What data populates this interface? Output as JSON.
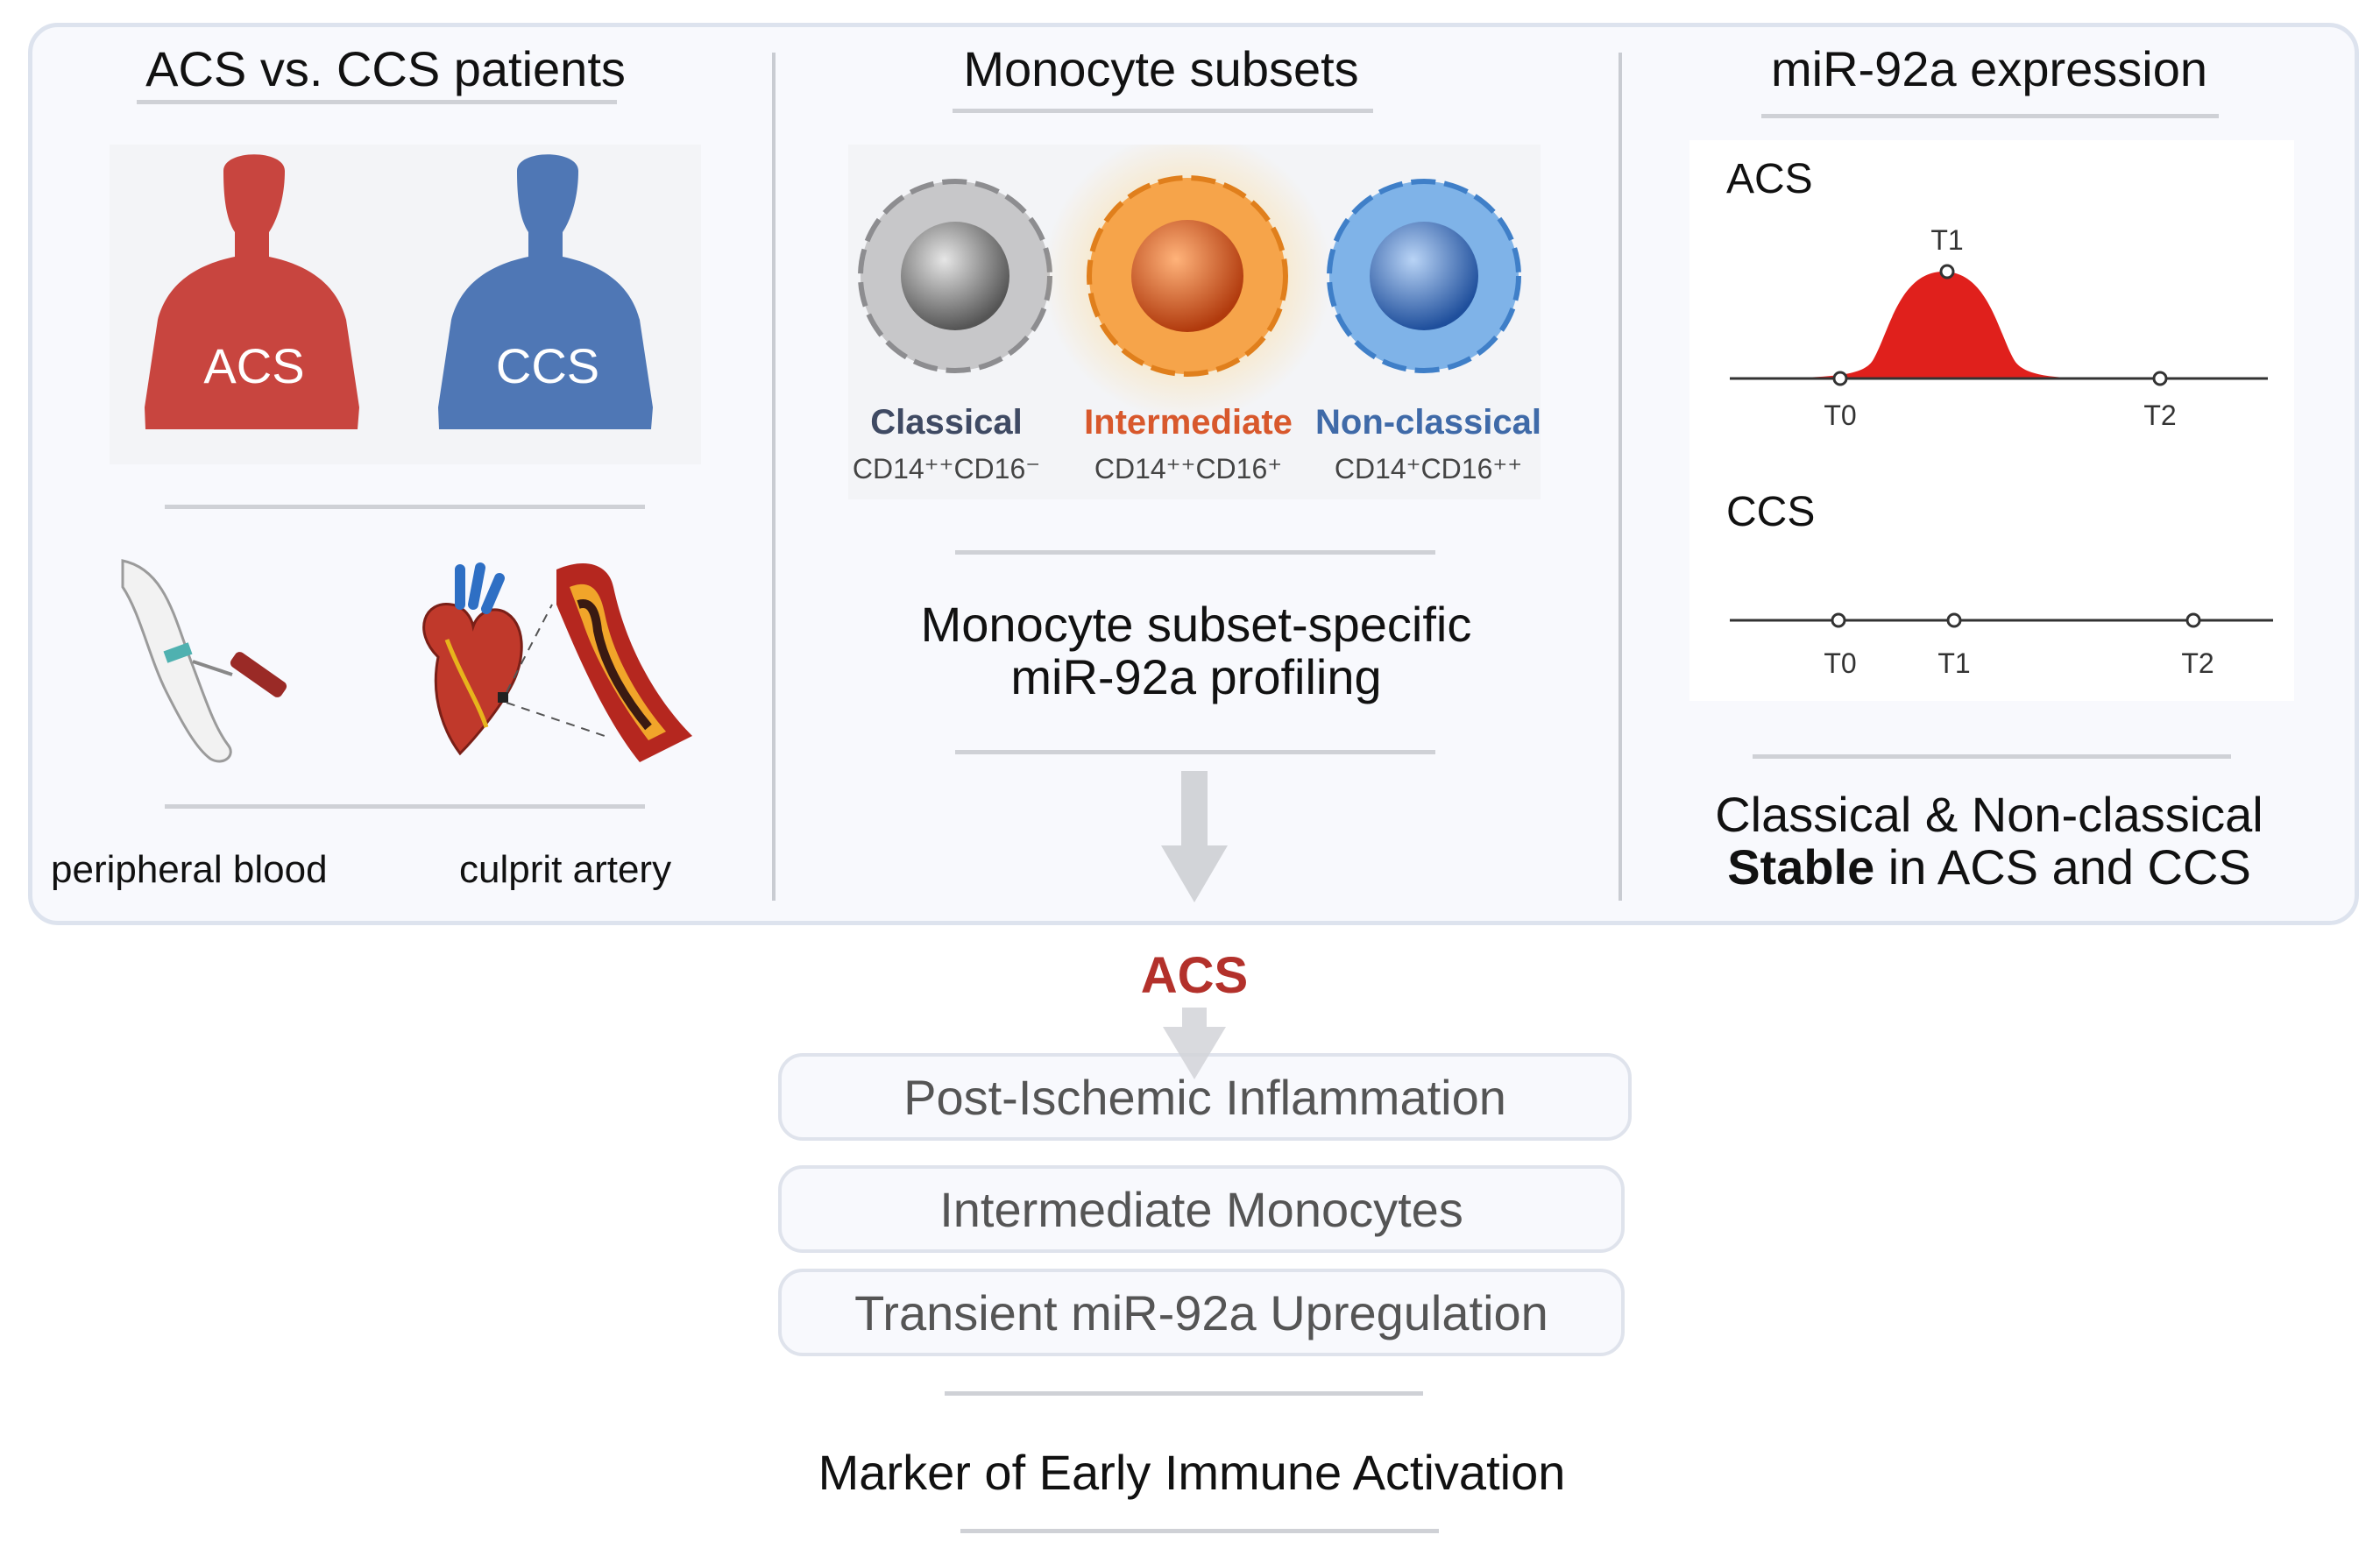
{
  "columns": {
    "left": {
      "title": "ACS vs. CCS patients",
      "figure_labels": [
        "ACS",
        "CCS"
      ],
      "captions": [
        "peripheral blood",
        "culprit artery"
      ]
    },
    "middle": {
      "title": "Monocyte subsets",
      "subsets": [
        {
          "name": "Classical",
          "markers": "CD14⁺⁺CD16⁻",
          "color": "#3f4a63"
        },
        {
          "name": "Intermediate",
          "markers": "CD14⁺⁺CD16⁺",
          "color": "#d8582c"
        },
        {
          "name": "Non-classical",
          "markers": "CD14⁺CD16⁺⁺",
          "color": "#3f6aa8"
        }
      ],
      "profiling_line1": "Monocyte subset-specific",
      "profiling_line2": "miR-92a profiling"
    },
    "right": {
      "title": "miR-92a expression",
      "acs_label": "ACS",
      "ccs_label": "CCS",
      "acs_timepoints": [
        "T0",
        "T1",
        "T2"
      ],
      "ccs_timepoints": [
        "T0",
        "T1",
        "T2"
      ],
      "conclusion_line1": "Classical & Non-classical",
      "conclusion_bold": "Stable",
      "conclusion_rest": " in ACS and CCS"
    }
  },
  "flow": {
    "acs_label": "ACS",
    "boxes": [
      "Post-Ischemic Inflammation",
      "Intermediate Monocytes",
      "Transient miR-92a Upregulation"
    ],
    "conclusion": "Marker of Early Immune Activation"
  },
  "colors": {
    "acs_red": "#c8453f",
    "ccs_blue": "#4f77b5",
    "peak_red": "#e0201c",
    "arrow_gray": "#d2d4d8",
    "acs_text": "#b3312b"
  }
}
